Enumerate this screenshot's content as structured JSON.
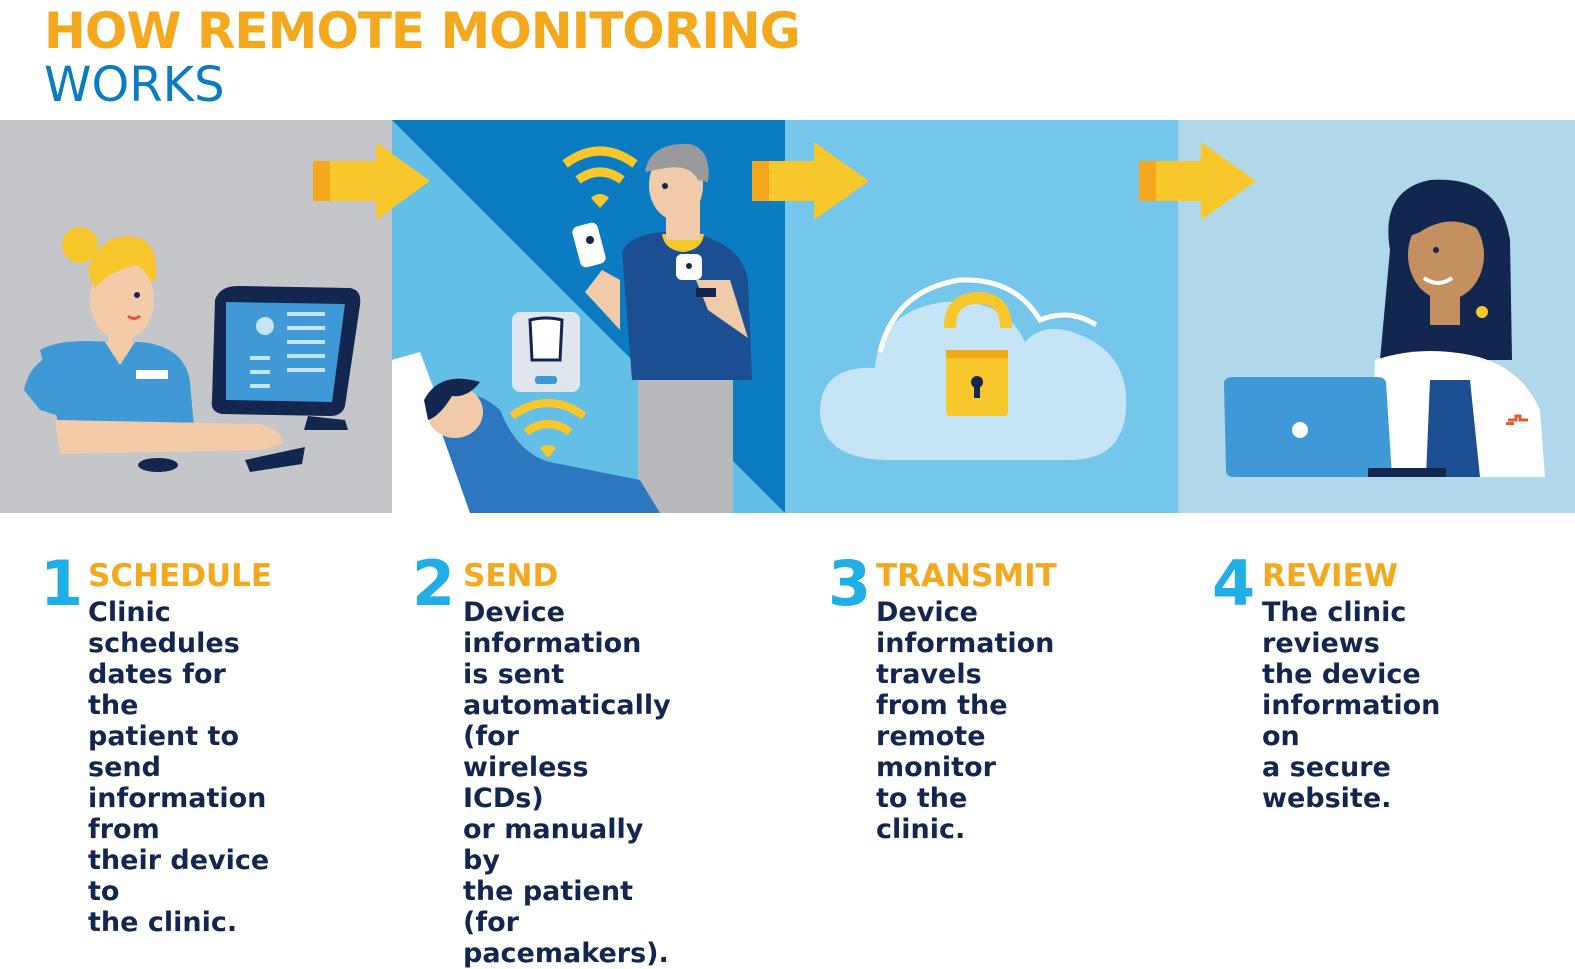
{
  "title": {
    "line1": "HOW REMOTE MONITORING",
    "line2": "WORKS"
  },
  "colors": {
    "orange": "#f4a81d",
    "blue": "#0b7cc1",
    "navy": "#13264f",
    "number": "#1faee6",
    "arrow": "#f7c72b"
  },
  "steps": [
    {
      "number": "1",
      "heading": "SCHEDULE",
      "text": "Clinic schedules\ndates for the\npatient to send\ninformation from\ntheir device to\nthe clinic.",
      "icon": "nurse-at-computer-icon"
    },
    {
      "number": "2",
      "heading": "SEND",
      "text": "Device information\nis sent\nautomatically (for\nwireless ICDs)\nor manually by\nthe patient (for\npacemakers).",
      "icon": "patient-sending-wireless-icon"
    },
    {
      "number": "3",
      "heading": "TRANSMIT",
      "text": "Device information\ntravels from the\nremote monitor\nto the clinic.",
      "icon": "secure-cloud-lock-icon"
    },
    {
      "number": "4",
      "heading": "REVIEW",
      "text": "The clinic\nreviews\nthe device\ninformation on\na secure website.",
      "icon": "doctor-with-laptop-icon"
    }
  ]
}
